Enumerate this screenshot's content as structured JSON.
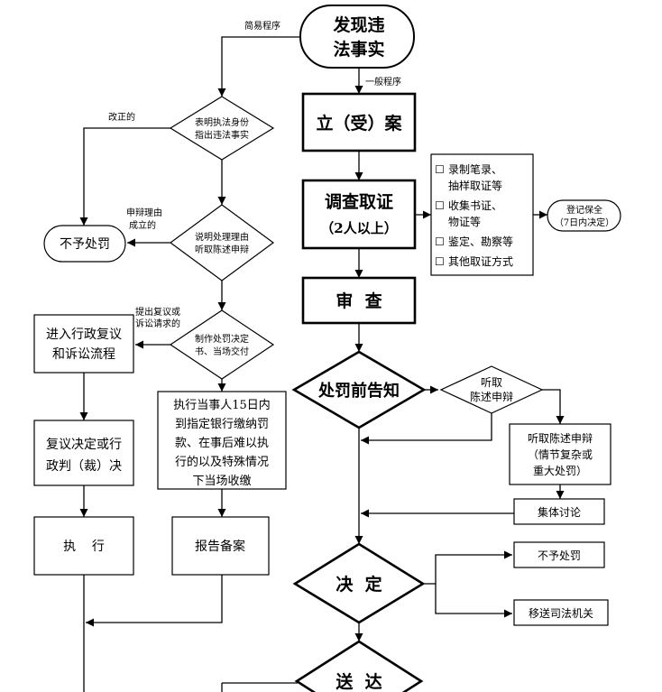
{
  "nodes": {
    "start": [
      "发现违",
      "法事实"
    ],
    "filing": "立（受）案",
    "investigation": [
      "调查取证",
      "（2人以上）"
    ],
    "review": "审  查",
    "notice": "处罚前告知",
    "listen_diamond": [
      "听取",
      "陈述申辩"
    ],
    "listen_box": [
      "听取陈述申辩",
      "（情节复杂或",
      "重大处罚）"
    ],
    "collective": "集体讨论",
    "decision": "决  定",
    "no_penalty_right": "不予处罚",
    "transfer_judicial": "移送司法机关",
    "delivery": "送  达",
    "evidence_methods": [
      "录制笔录、",
      "抽样取证等",
      "收集书证、",
      "物证等",
      "鉴定、勘察等",
      "其他取证方式"
    ],
    "register_preserve": [
      "登记保全",
      "（7日内决定）"
    ],
    "identify_diamond": [
      "表明执法身份",
      "指出违法事实"
    ],
    "explain_diamond": [
      "说明处理理由",
      "听取陈述申辩"
    ],
    "no_penalty_left": "不予处罚",
    "make_decision_diamond": [
      "制作处罚决定",
      "书、当场交付"
    ],
    "reconsider_box": [
      "进入行政复议",
      "和诉讼流程"
    ],
    "reconsider_result": [
      "复议决定或行",
      "政判（裁）决"
    ],
    "execute": "执    行",
    "pay_fine": [
      "执行当事人15日内",
      "到指定银行缴纳罚",
      "款、在事后难以执",
      "行的以及特殊情况",
      "下当场收缴"
    ],
    "report": "报告备案"
  },
  "labels": {
    "simple": "简易程序",
    "general": "一般程序",
    "corrected": "改正的",
    "defense_valid": [
      "申辩理由",
      "成立的"
    ],
    "appeal": [
      "提出复议或",
      "诉讼请求的"
    ]
  },
  "checkbox_glyph": "☐"
}
